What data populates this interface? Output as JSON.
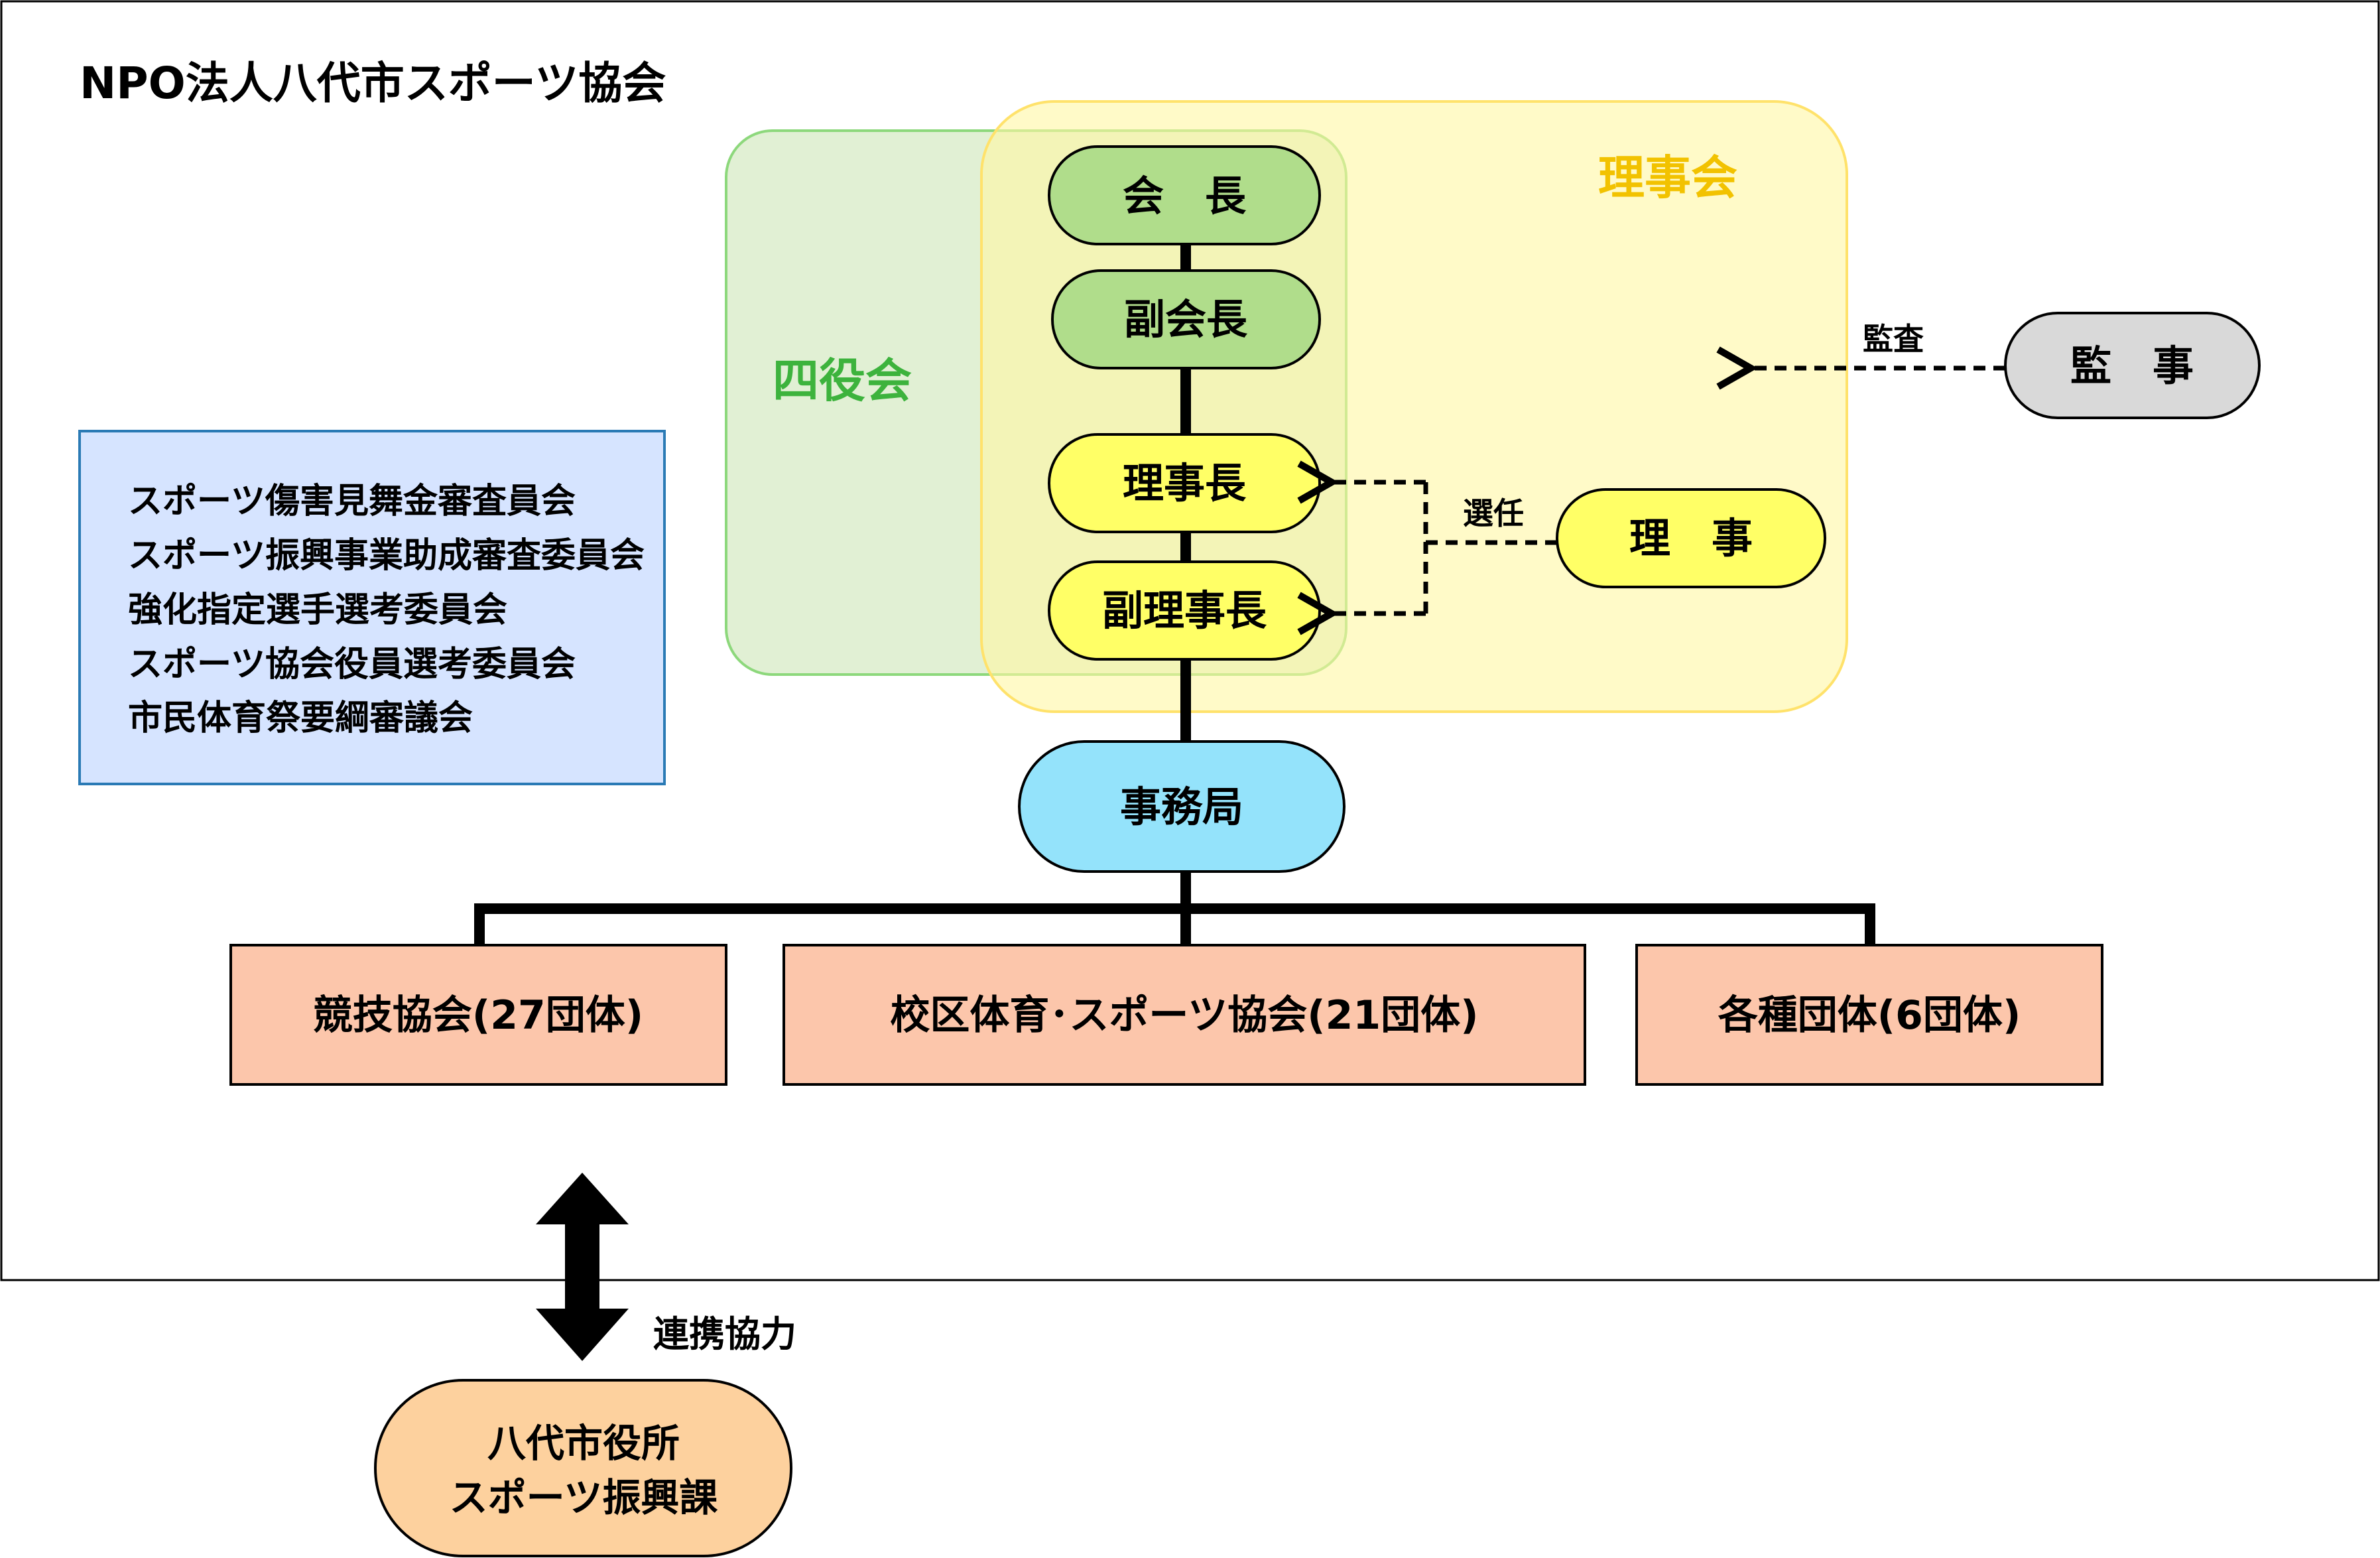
{
  "title": "NPO法人八代市スポーツ協会",
  "groups": {
    "yonyakukai": "四役会",
    "rijikai": "理事会"
  },
  "nodes": {
    "kaicho": "会　長",
    "fukukaicho": "副会長",
    "rijicho": "理事長",
    "fukurijicho": "副理事長",
    "riji": "理　事",
    "kanji": "監　事",
    "jimukyoku": "事務局",
    "city_office": [
      "八代市役所",
      "スポーツ振興課"
    ]
  },
  "edge_labels": {
    "senin": "選任",
    "kansa": "監査",
    "renkei": "連携協力"
  },
  "committees": [
    "スポーツ傷害見舞金審査員会",
    "スポーツ振興事業助成審査委員会",
    "強化指定選手選考委員会",
    "スポーツ協会役員選考委員会",
    "市民体育祭要綱審議会"
  ],
  "orgs": [
    "競技協会(27団体)",
    "校区体育･スポーツ協会(21団体)",
    "各種団体(6団体)"
  ],
  "colors": {
    "outer_border": "#000000",
    "group_green_fill": "#e1f0d4",
    "group_green_stroke": "#8dd87c",
    "group_green_text": "#3db33d",
    "group_yellow_fill": "#fff7a3",
    "group_yellow_stroke": "#ffe26b",
    "group_yellow_text": "#f2c200",
    "node_green": "#b0dd8b",
    "node_yellow": "#ffff66",
    "node_gray": "#d9d9d9",
    "node_cyan": "#94e3fb",
    "node_salmon": "#fcc6ab",
    "node_peach": "#fdd19e",
    "committee_fill": "#d6e4ff",
    "committee_stroke": "#2a7ab5"
  }
}
